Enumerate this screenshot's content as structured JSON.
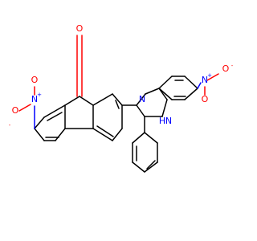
{
  "colors": {
    "carbon": "#000000",
    "nitrogen": "#0000ff",
    "oxygen": "#ff0000",
    "background": "#ffffff"
  },
  "labels": {
    "ketone_o": "O",
    "nitro_left_n": "N",
    "nitro_left_n_charge": "+",
    "nitro_left_o_single": "O",
    "nitro_left_o_charge": "-",
    "nitro_left_o_double": "O",
    "imidazole_n": "N",
    "imidazole_nh": "H",
    "imidazole_nh_n": "N",
    "nitro_right_n": "N",
    "nitro_right_n_charge": "+",
    "nitro_right_o_double": "O",
    "nitro_right_o_single": "O",
    "nitro_right_o_charge": "-"
  }
}
